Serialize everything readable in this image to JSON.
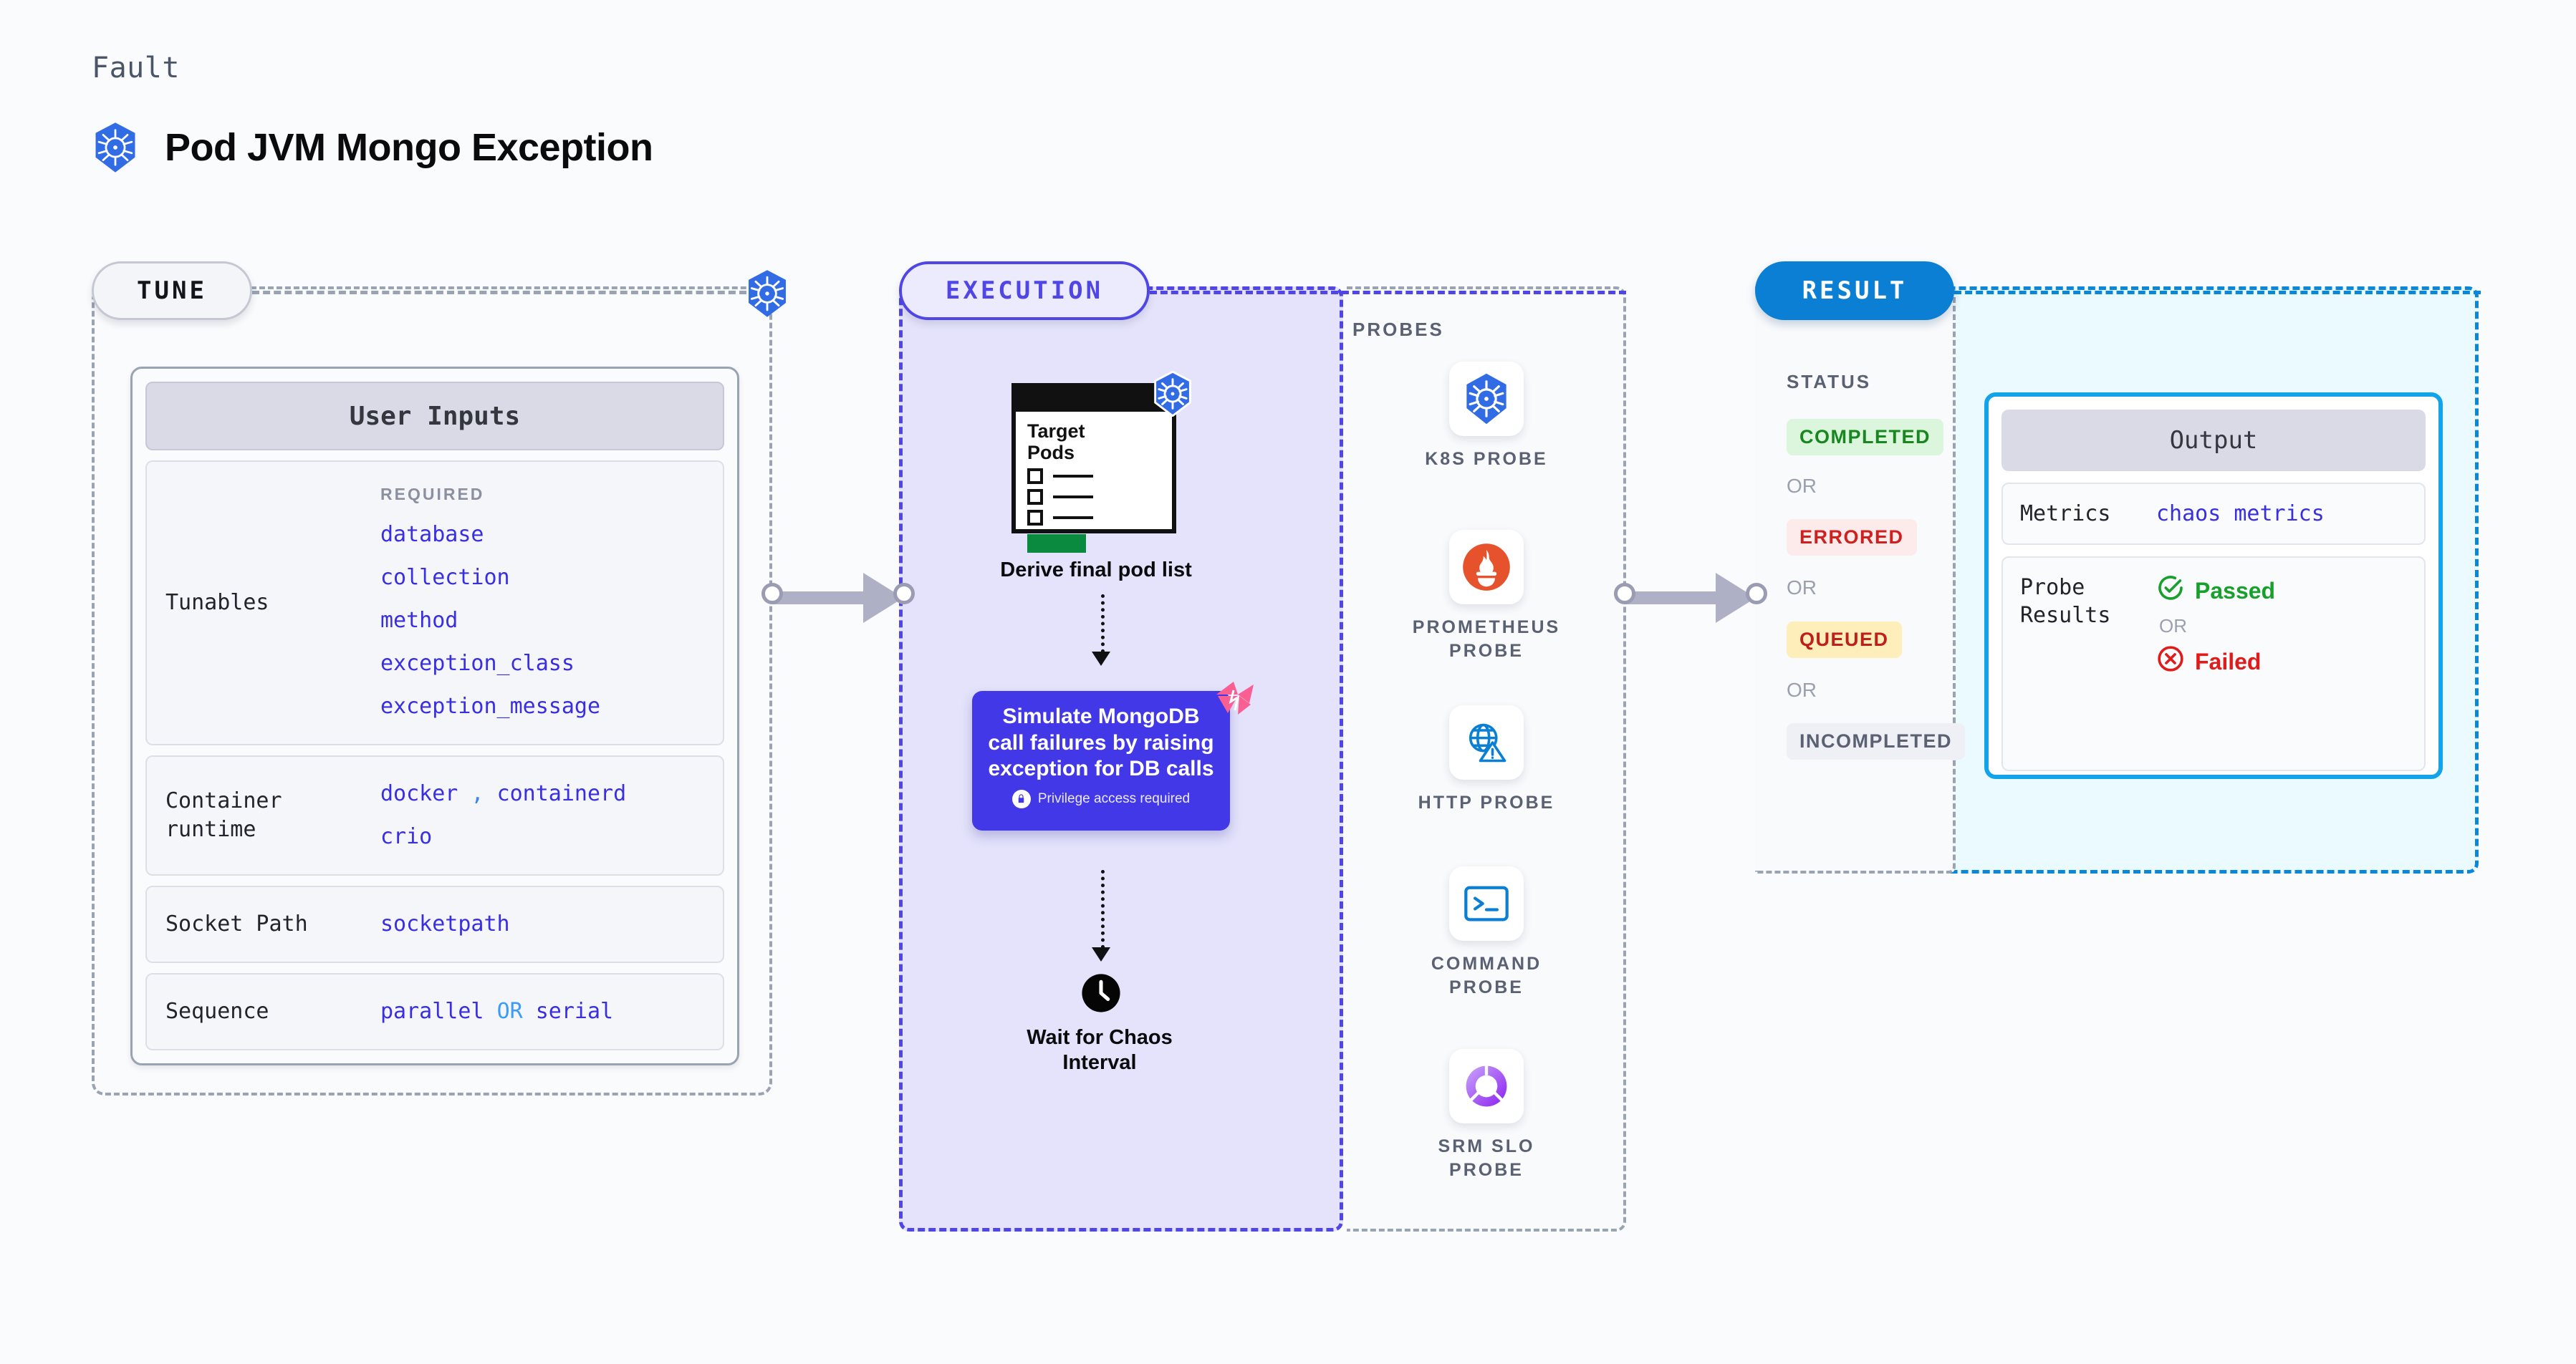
{
  "header": {
    "kicker": "Fault",
    "title": "Pod JVM Mongo Exception",
    "logo_icon": "kubernetes-icon"
  },
  "stages": {
    "tune": {
      "label": "TUNE",
      "accent": "#9aa3b2"
    },
    "execution": {
      "label": "EXECUTION",
      "accent": "#4f46e5"
    },
    "result": {
      "label": "RESULT",
      "accent": "#0b7fd4"
    }
  },
  "tune": {
    "card_title": "User Inputs",
    "rows": [
      {
        "label": "Tunables",
        "required_label": "REQUIRED",
        "values": [
          "database",
          "collection",
          "method",
          "exception_class",
          "exception_message"
        ]
      },
      {
        "label": "Container runtime",
        "values": [
          "docker",
          "containerd",
          "crio"
        ],
        "separator": ","
      },
      {
        "label": "Socket Path",
        "values": [
          "socketpath"
        ]
      },
      {
        "label": "Sequence",
        "values": [
          "parallel",
          "serial"
        ],
        "separator": "OR"
      }
    ]
  },
  "execution": {
    "target_card": {
      "title_line1": "Target",
      "title_line2": "Pods",
      "badge_icon": "kubernetes-icon",
      "checkbox_rows": 3
    },
    "derive_label": "Derive final pod list",
    "action_card": {
      "text": "Simulate MongoDB call failures by raising exception for DB calls",
      "privilege_note": "Privilege access required",
      "privilege_icon": "lock-icon",
      "ribbon_icon": "chaos-ribbon-icon",
      "bg": "#4338e8"
    },
    "wait_node": {
      "icon": "clock-icon",
      "label_line1": "Wait for Chaos",
      "label_line2": "Interval"
    }
  },
  "probes": {
    "title": "PROBES",
    "items": [
      {
        "icon": "kubernetes-icon",
        "label_line1": "K8S PROBE",
        "label_line2": ""
      },
      {
        "icon": "prometheus-icon",
        "label_line1": "PROMETHEUS",
        "label_line2": "PROBE"
      },
      {
        "icon": "globe-alert-icon",
        "label_line1": "HTTP PROBE",
        "label_line2": ""
      },
      {
        "icon": "terminal-icon",
        "label_line1": "COMMAND",
        "label_line2": "PROBE"
      },
      {
        "icon": "srm-slo-icon",
        "label_line1": "SRM SLO",
        "label_line2": "PROBE"
      }
    ]
  },
  "result": {
    "status_title": "STATUS",
    "or_label": "OR",
    "badges": [
      {
        "label": "COMPLETED",
        "bg": "#dcf5dd",
        "fg": "#18871f"
      },
      {
        "label": "ERRORED",
        "bg": "#fdeaea",
        "fg": "#cf2020"
      },
      {
        "label": "QUEUED",
        "bg": "#fdeeba",
        "fg": "#c01d1d"
      },
      {
        "label": "INCOMPLETED",
        "bg": "#eef0f5",
        "fg": "#5a6172"
      }
    ],
    "output": {
      "card_title": "Output",
      "metrics_label": "Metrics",
      "metrics_value": "chaos metrics",
      "probe_results_label": "Probe Results",
      "passed_label": "Passed",
      "failed_label": "Failed",
      "or_label": "OR",
      "passed_icon": "check-circle-icon",
      "failed_icon": "x-circle-icon",
      "passed_color": "#18a02c",
      "failed_color": "#e01b1b"
    }
  }
}
